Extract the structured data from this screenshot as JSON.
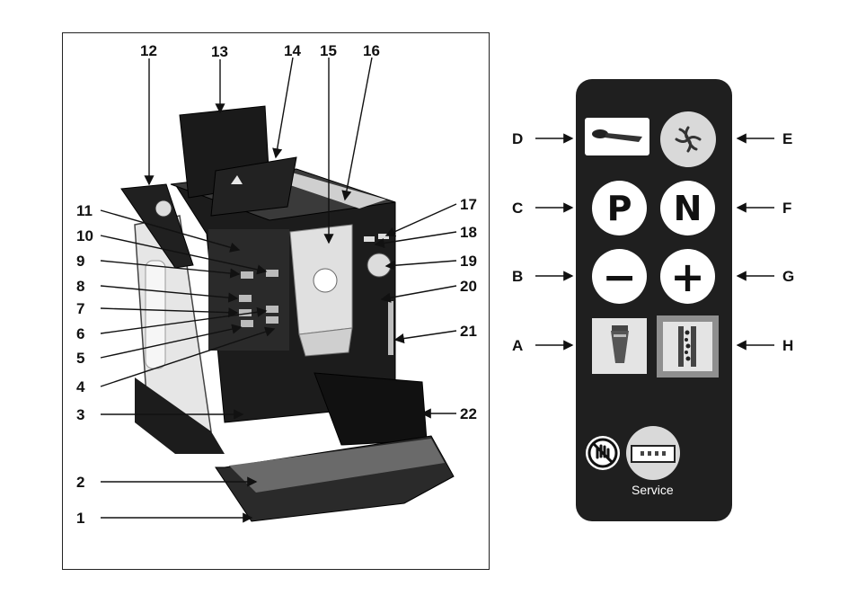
{
  "machine_callouts": [
    "1",
    "2",
    "3",
    "4",
    "5",
    "6",
    "7",
    "8",
    "9",
    "10",
    "11",
    "12",
    "13",
    "14",
    "15",
    "16",
    "17",
    "18",
    "19",
    "20",
    "21",
    "22"
  ],
  "panel_callouts": {
    "A": "A",
    "B": "B",
    "C": "C",
    "D": "D",
    "E": "E",
    "F": "F",
    "G": "G",
    "H": "H"
  },
  "buttons": {
    "program": "P",
    "normal": "N",
    "minus": "−",
    "plus": "+"
  },
  "service_label": "Service",
  "colors": {
    "panel": "#1f1f1f",
    "button": "#ffffff",
    "icon_bg": "#d9d9d9"
  }
}
